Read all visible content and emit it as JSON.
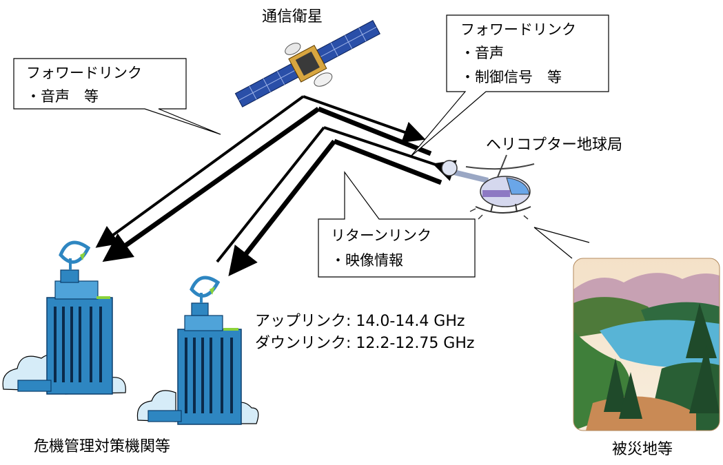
{
  "labels": {
    "satellite": "通信衛星",
    "helicopter": "ヘリコプター地球局",
    "agency": "危機管理対策機関等",
    "disaster_area": "被災地等",
    "uplink": "アップリンク: 14.0-14.4 GHz",
    "downlink": "ダウンリンク: 12.2-12.75 GHz"
  },
  "callouts": {
    "forward_left": {
      "title": "フォワードリンク",
      "items": [
        "・音声　等"
      ]
    },
    "forward_right": {
      "title": "フォワードリンク",
      "items": [
        "・音声",
        "・制御信号　等"
      ]
    },
    "return": {
      "title": "リターンリンク",
      "items": [
        "・映像情報"
      ]
    }
  },
  "colors": {
    "building": "#2e86c1",
    "building_dark": "#0b3d6b",
    "cloud": "#d6ecf8",
    "dish": "#2e86c1",
    "satellite_panel": "#2a4fa8",
    "link_line": "#000000"
  }
}
